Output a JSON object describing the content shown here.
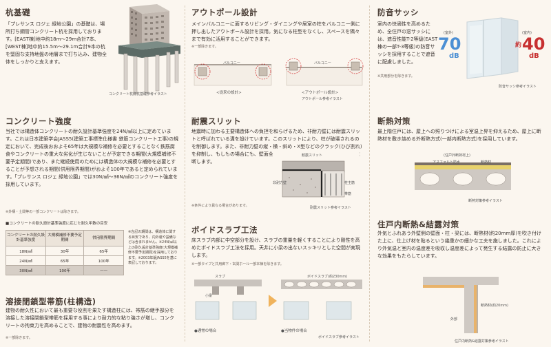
{
  "col1": {
    "pile": {
      "title": "杭基礎",
      "body": "「プレサンス ロジェ 緑地公園」の基礎は、場所打ち鋼管コンクリート杭を採用しております。[EAST棟]地中約18m～29m合計7本、[WEST棟]地中約15.5m～29.1m合計9本の杭を堅固な支持地盤の地層まで打ち込み、建物全体をしっかりと支えます。",
      "caption": "コンクリート杭底杭基礎参考イラスト"
    },
    "concrete": {
      "title": "コンクリート強度",
      "body": "当社では構造体コンクリートの耐久設計基準強度を24N/㎟以上に定めています。これは日本建築学会JASS5(建築工事標準仕様書 鉄筋コンクリート工事)の規定において、完成後おおよそ65年は大規模な補修を必要とすることなく鉄筋腐食やコンクリートの重大な劣化が生じないことが予定できる期間(大規模補修不要予定期間)であり、また継続使用のためには構造体の大規模な補修を必要とすることが予想される期間(供用限界期間)がおよそ100年であると定められています。「プレサンス ロジェ 緑地公園」では30N/㎟～36N/㎟のコンクリート強度を採用しています。",
      "note": "※外構・土間等の一部コンクリートは除きます。",
      "table_title": "■コンクリートの耐久設計基準強度に応じた耐久年数の目安",
      "table": {
        "headers": [
          "コンクリートの耐久設計基準強度",
          "大規模補修不要予定期間",
          "供用限界期間"
        ],
        "rows": [
          [
            "18N/㎟",
            "30年",
            "65年"
          ],
          [
            "24N/㎟",
            "65年",
            "100年"
          ],
          [
            "30N/㎟",
            "100年",
            "——"
          ]
        ]
      },
      "table_notes": "※左記の期間は、構造体に関する目安であり、内外装や設備などは含まれません。※24N/㎟以上の耐久設計基準強度(大規模補修不要予定期間)を採用しております。※2003年版JASS5を基に表記しております。"
    },
    "welded": {
      "title": "溶接閉鎖型帯筋(柱構造)",
      "body": "建物の耐久性において最も重要な役割を果たす構造柱には、帯筋の継手部分を溶接した溶接閉鎖型帯筋を採用する事により耐力的な粘り強さが増し、コンクリートの拘束力を高めることで、建物の耐震性を高めます。",
      "note": "※一部除きます。"
    }
  },
  "col2": {
    "outpole": {
      "title": "アウトポール設計",
      "body": "メインバルコニーに面するリビング・ダイニングや居室の柱をバルコニー側に押し出したアウトポール設計を採用。気になる柱型をなくし、スペースを隅々まで有効に活用することができます。",
      "note": "※一部除きます。",
      "left_label": "<従来の設計>",
      "right_label": "<アウトポール設計>",
      "balcony": "バルコニー",
      "caption": "アウトポール参考イラスト"
    },
    "slit": {
      "title": "耐震スリット",
      "body": "地震時に加わる主要構造体への負担を和らげるため、非耐力壁には耐震スリットと呼ばれている溝を設けています。このスリットにより、柱が破壊されるのを制御します。また、非耐力壁の縦・横・斜め・X型などのクラック(ひび割れ)を抑制し、もしもの場合にも、壁面全域にわたるクラックをスリット部分で遮断します。",
      "note": "※条件により異なる場合があります。",
      "label_slit": "耐震スリット",
      "label_wall": "非耐力壁",
      "label_column": "柱主筋",
      "label_hoop": "帯筋",
      "caption": "耐震スリット参考イラスト"
    },
    "voidslab": {
      "title": "ボイドスラブ工法",
      "body": "床スラブ内部に中空部分を設け、スラブの重量を軽くすることにより剛性を高めたボイドスラブ工法を採用。天井に小梁の出ないスッキリとした空間が実現します。",
      "note": "※一部タイプと共用廊下・玄関ホール一部本棟を除きます。",
      "label_slab": "スラブ",
      "label_void": "ボイドスラブ(約230mm)",
      "label_beam": "小梁",
      "label_normal": "●通常の場合",
      "label_ours": "●当物件の場合",
      "caption": "ボイドスラブ参考イラスト"
    }
  },
  "col3": {
    "sash": {
      "title": "防音サッシ",
      "body": "室内の快適性を高めるため、全住戸の窓サッシには、遮音性能T-2等級(EAST棟の一部T-3等級)の防音サッシを採用することで遮音に配慮しました。",
      "note": "※共用部分を除きます。",
      "outside_label": "(室外)",
      "outside_value": "70",
      "outside_unit": "dB",
      "inside_label": "(室内)",
      "inside_prefix": "約",
      "inside_value": "40",
      "inside_unit": "dB",
      "caption": "防音サッシ参考イラスト"
    },
    "insulation": {
      "title": "断熱対策",
      "body": "最上階住戸には、屋上への照りつけによる室温上昇を抑えるため、屋上に断熱材を敷き詰める外断熱方式(一部内断熱方式)を採用しています。",
      "label_top": "(住戸外断熱材上)",
      "label_asphalt": "アスファルト防水",
      "label_insul": "断熱材",
      "caption": "断熱対策参考イラスト"
    },
    "condensation": {
      "title": "住戸内断熱&結露対策",
      "body": "外気とふれあう外壁側の壁面・柱・梁には、断熱材(約20mm厚)を吹き付けた上に、仕上げ材を貼るという幾重かの細かな工夫を施しました。これにより外気温と室内の温度差を吸収し温度差によって発生する結露の防止に大きな効果をもたらしています。",
      "label_out": "外部",
      "label_insul": "断熱材(約20mm)",
      "caption": "住戸内断熱&結露対策参考イラスト"
    }
  }
}
